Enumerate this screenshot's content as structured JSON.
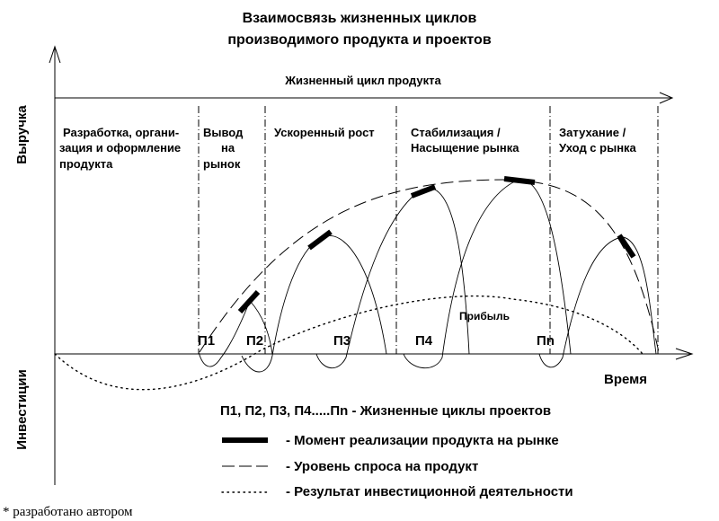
{
  "title": [
    "Взаимосвязь жизненных циклов",
    "производимого продукта и проектов"
  ],
  "axes": {
    "y_top": "Выручка",
    "y_bottom": "Инвестиции",
    "x": "Время"
  },
  "product_cycle_label": "Жизненный цикл продукта",
  "phases": [
    [
      "Разработка, органи-",
      "зация и оформление",
      "продукта"
    ],
    [
      "Вывод",
      "на",
      "рынок"
    ],
    [
      "Ускоренный рост"
    ],
    [
      "Стабилизация /",
      "Насыщение рынка"
    ],
    [
      "Затухание /",
      "Уход с рынка"
    ]
  ],
  "projects": [
    "П1",
    "П2",
    "П3",
    "П4",
    "Пn"
  ],
  "profit_label": "Прибыль",
  "legend": [
    {
      "marker": "text",
      "text": "П1, П2, П3, П4.....Пn - Жизненные циклы проектов"
    },
    {
      "marker": "thick",
      "text": "- Момент реализации продукта на рынке"
    },
    {
      "marker": "dashed",
      "text": "- Уровень спроса на продукт"
    },
    {
      "marker": "dotted",
      "text": "- Результат инвестиционной деятельности"
    }
  ],
  "footnote": "* разработано автором"
}
